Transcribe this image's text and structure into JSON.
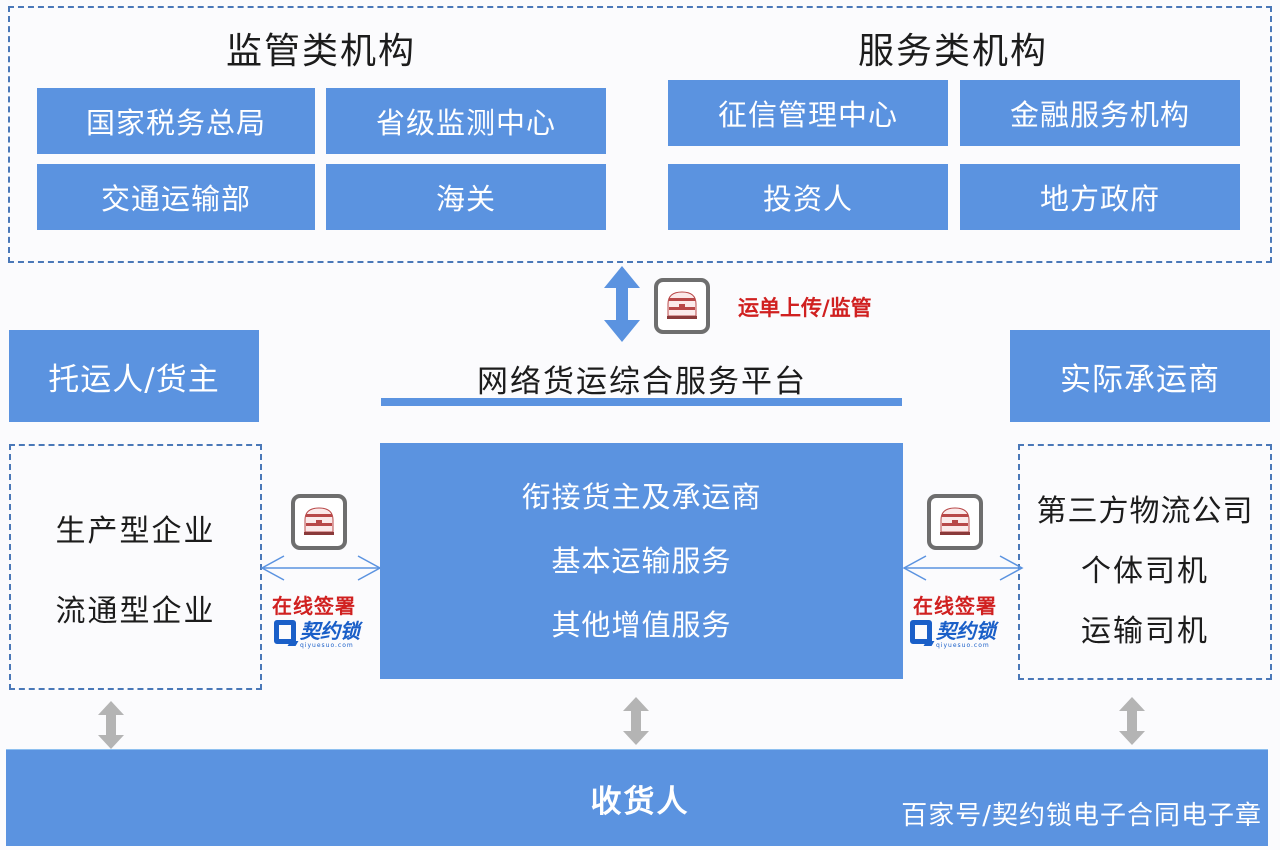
{
  "regulatory": {
    "title": "监管类机构",
    "items": [
      "国家税务总局",
      "省级监测中心",
      "交通运输部",
      "海关"
    ]
  },
  "service": {
    "title": "服务类机构",
    "items": [
      "征信管理中心",
      "金融服务机构",
      "投资人",
      "地方政府"
    ]
  },
  "upload_label": "运单上传/监管",
  "platform": {
    "title": "网络货运综合服务平台",
    "lines": [
      "衔接货主及承运商",
      "基本运输服务",
      "其他增值服务"
    ]
  },
  "shipper": {
    "title": "托运人/货主",
    "items": [
      "生产型企业",
      "流通型企业"
    ]
  },
  "carrier": {
    "title": "实际承运商",
    "items": [
      "第三方物流公司",
      "个体司机",
      "运输司机"
    ]
  },
  "signing": {
    "label": "在线签署",
    "brand_name": "契约锁",
    "brand_domain": "qiyuesuo.com"
  },
  "consignee": {
    "label": "收货人",
    "watermark": "百家号/契约锁电子合同电子章"
  },
  "icons": {
    "stamp": "seal-stamp-icon",
    "vertical_arrow": "double-arrow-vertical-icon",
    "horizontal_arrow": "double-arrow-horizontal-icon"
  },
  "colors": {
    "box_blue": "#5b93e0",
    "dash_blue": "#4a78b8",
    "accent_red": "#d02020",
    "brand_blue": "#1a5fc8",
    "arrow_gray": "#b4b4b4"
  }
}
